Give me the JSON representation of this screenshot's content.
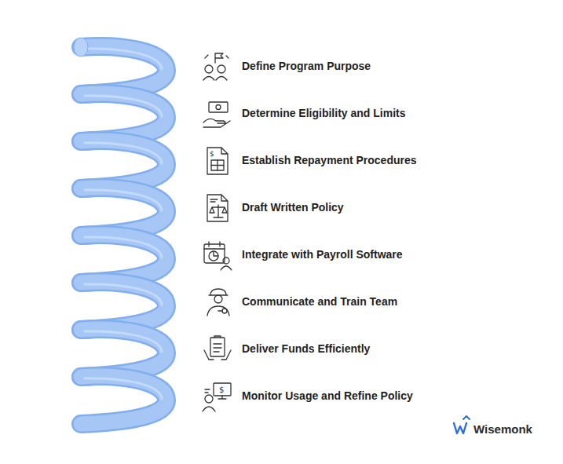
{
  "diagram": {
    "labels": [
      "Define Program Purpose",
      "Determine Eligibility and Limits",
      "Establish Repayment Procedures",
      "Draft Written Policy",
      "Integrate with Payroll Software",
      "Communicate and Train Team",
      "Deliver Funds Efficiently",
      "Monitor Usage and Refine Policy",
      "Wisemonk"
    ]
  }
}
